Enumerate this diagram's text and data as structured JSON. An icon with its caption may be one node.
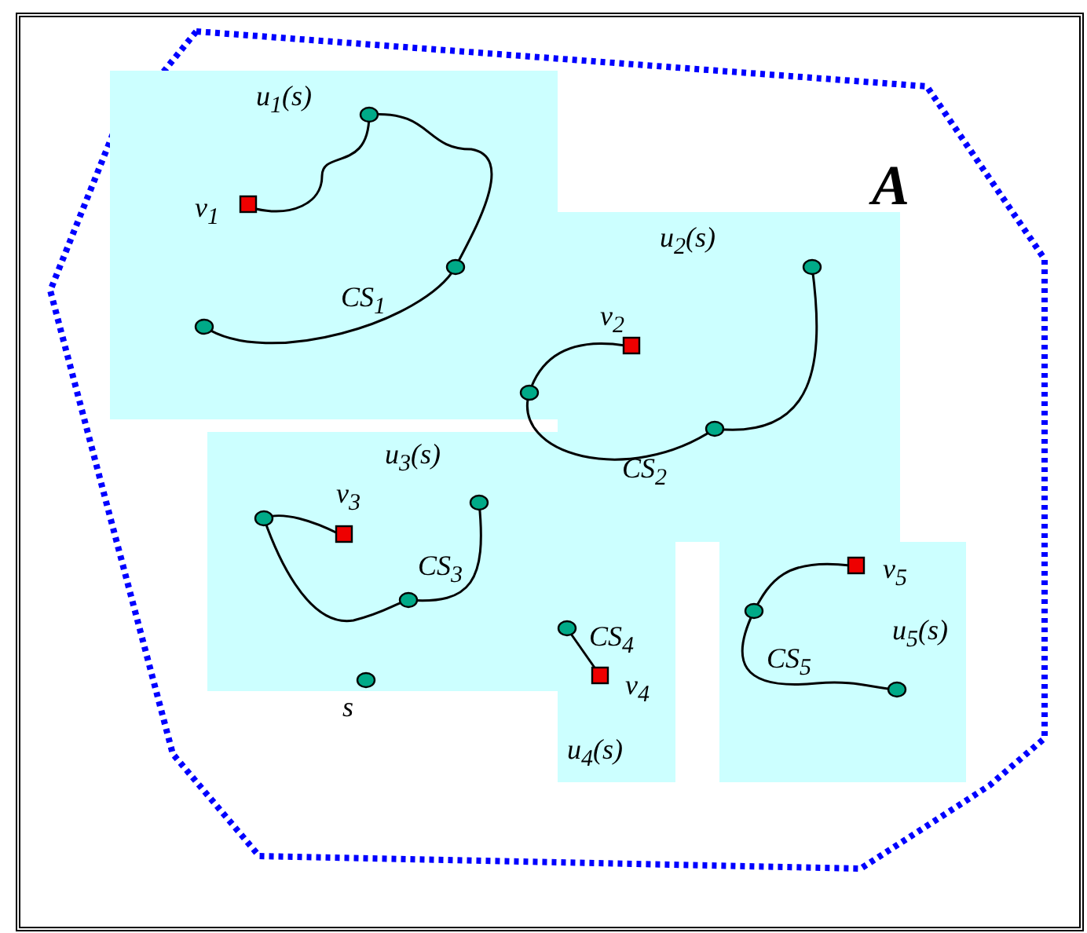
{
  "diagram": {
    "nodes": [
      {
        "text": [
          "A"
        ]
      },
      {
        "text": [
          "u$_{1}$(s)"
        ],
        "in": 0
      },
      {
        "text": [
          "u$_{2}$(s)"
        ],
        "in": 0
      },
      {
        "text": [
          "u$_{3}$(s)"
        ],
        "in": 0
      },
      {
        "text": [
          "u$_{4}$(s)"
        ],
        "in": 0
      },
      {
        "text": [
          "u$_{5}$(s)"
        ],
        "in": 0
      }
    ],
    "labels": [
      "v$_{1}$",
      "CS$_{1}$",
      "v$_{2}$",
      "CS$_{2}$",
      "v$_{3}$",
      "CS$_{3}$",
      "v$_{5}$",
      "CS$_{4}$",
      "CS$_{5}$",
      "v$_{4}$",
      "s"
    ]
  }
}
